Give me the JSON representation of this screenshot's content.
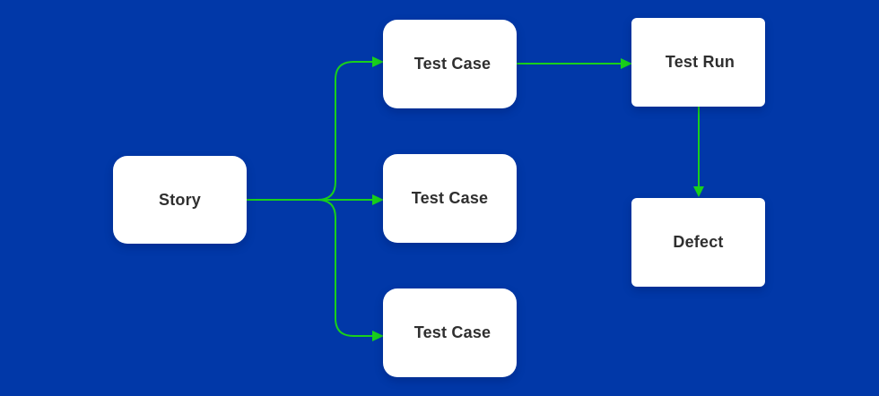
{
  "background_color": "#0138a8",
  "connector_color": "#19d01b",
  "node_color": "#ffffff",
  "label_color": "#2f2f2f",
  "nodes": {
    "story": {
      "label": "Story"
    },
    "test_case_top": {
      "label": "Test Case"
    },
    "test_case_middle": {
      "label": "Test Case"
    },
    "test_case_bottom": {
      "label": "Test Case"
    },
    "test_run": {
      "label": "Test Run"
    },
    "defect": {
      "label": "Defect"
    }
  },
  "edges": [
    {
      "from": "Story",
      "to": "Test Case (top)"
    },
    {
      "from": "Story",
      "to": "Test Case (middle)"
    },
    {
      "from": "Story",
      "to": "Test Case (bottom)"
    },
    {
      "from": "Test Case (top)",
      "to": "Test Run"
    },
    {
      "from": "Test Run",
      "to": "Defect"
    }
  ]
}
